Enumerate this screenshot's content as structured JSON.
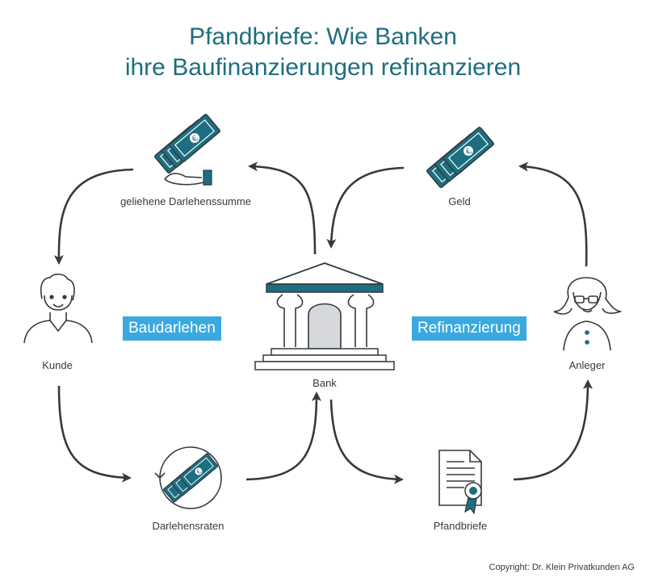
{
  "title": {
    "line1": "Pfandbriefe: Wie Banken",
    "line2": "ihre Baufinanzierungen refinanzieren"
  },
  "labels": {
    "loan_sum": "geliehene Darlehenssumme",
    "money": "Geld",
    "customer": "Kunde",
    "bank": "Bank",
    "investor": "Anleger",
    "installments": "Darlehensraten",
    "covered_bonds": "Pfandbriefe"
  },
  "tags": {
    "construction_loan": "Baudarlehen",
    "refinancing": "Refinanzierung"
  },
  "copyright": "Copyright: Dr. Klein Privatkunden AG",
  "colors": {
    "title": "#1d6e80",
    "accent_teal": "#1d6e80",
    "tag_blue": "#3aa9df",
    "line": "#333a40"
  },
  "icons": [
    "money-hand-icon",
    "money-icon",
    "customer-icon",
    "bank-icon",
    "investor-icon",
    "installments-icon",
    "certificate-icon"
  ]
}
